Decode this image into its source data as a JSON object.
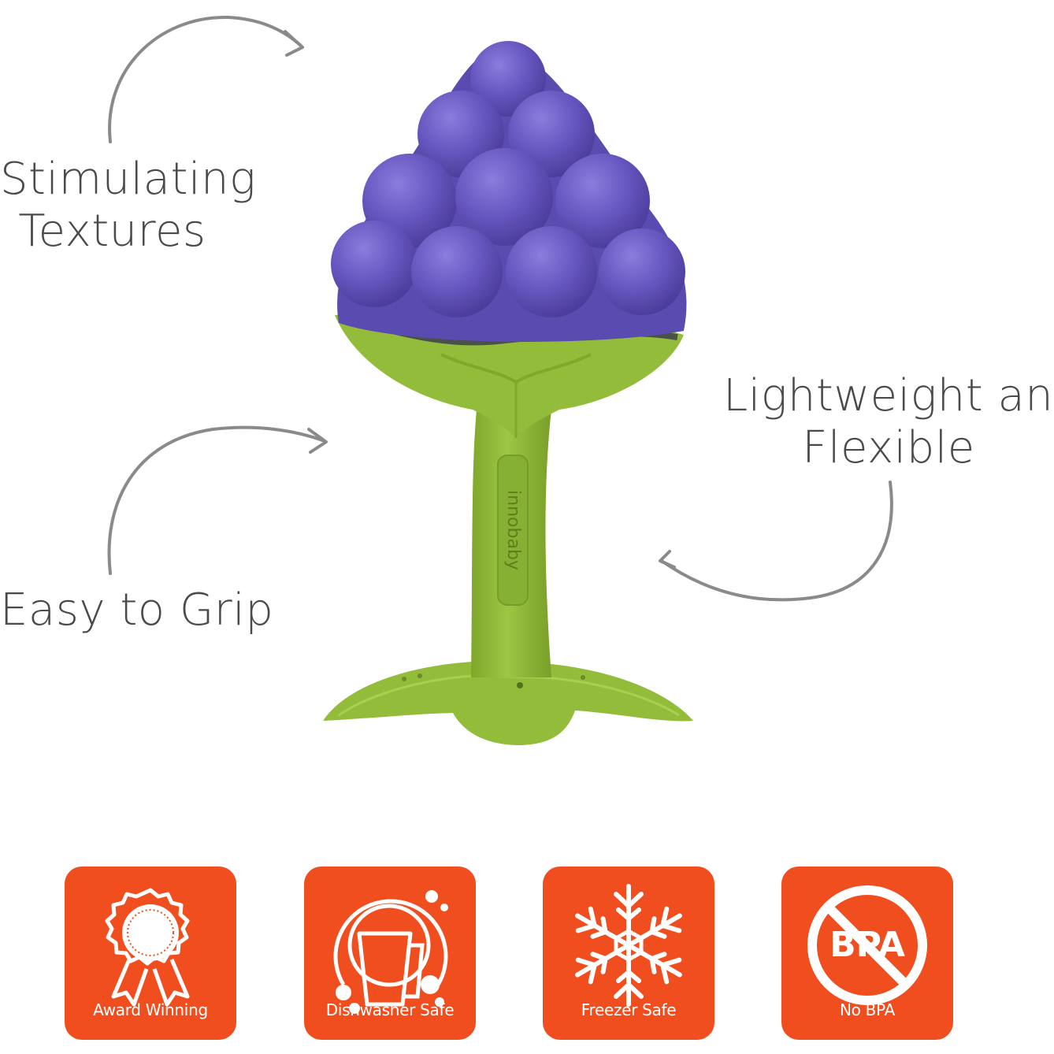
{
  "callouts": {
    "textures": {
      "line1": "Stimulating",
      "line2": "Textures"
    },
    "lightweight": {
      "line1": "Lightweight and",
      "line2": "Flexible"
    },
    "grip": {
      "line1": "Easy to Grip"
    }
  },
  "product": {
    "brand_imprint": "innobaby",
    "grape_color": "#6a5bc0",
    "stem_color": "#92bc3a"
  },
  "badges": [
    {
      "label": "Award Winning",
      "icon": "award-ribbon-icon"
    },
    {
      "label": "Dishwasher Safe",
      "icon": "dishwasher-icon"
    },
    {
      "label": "Freezer Safe",
      "icon": "snowflake-icon"
    },
    {
      "label": "No BPA",
      "icon": "no-bpa-icon",
      "icon_text": "BPA"
    }
  ],
  "colors": {
    "badge_bg": "#f04e1e",
    "text": "#4a4a4a",
    "arrow": "#8a8a8a"
  }
}
